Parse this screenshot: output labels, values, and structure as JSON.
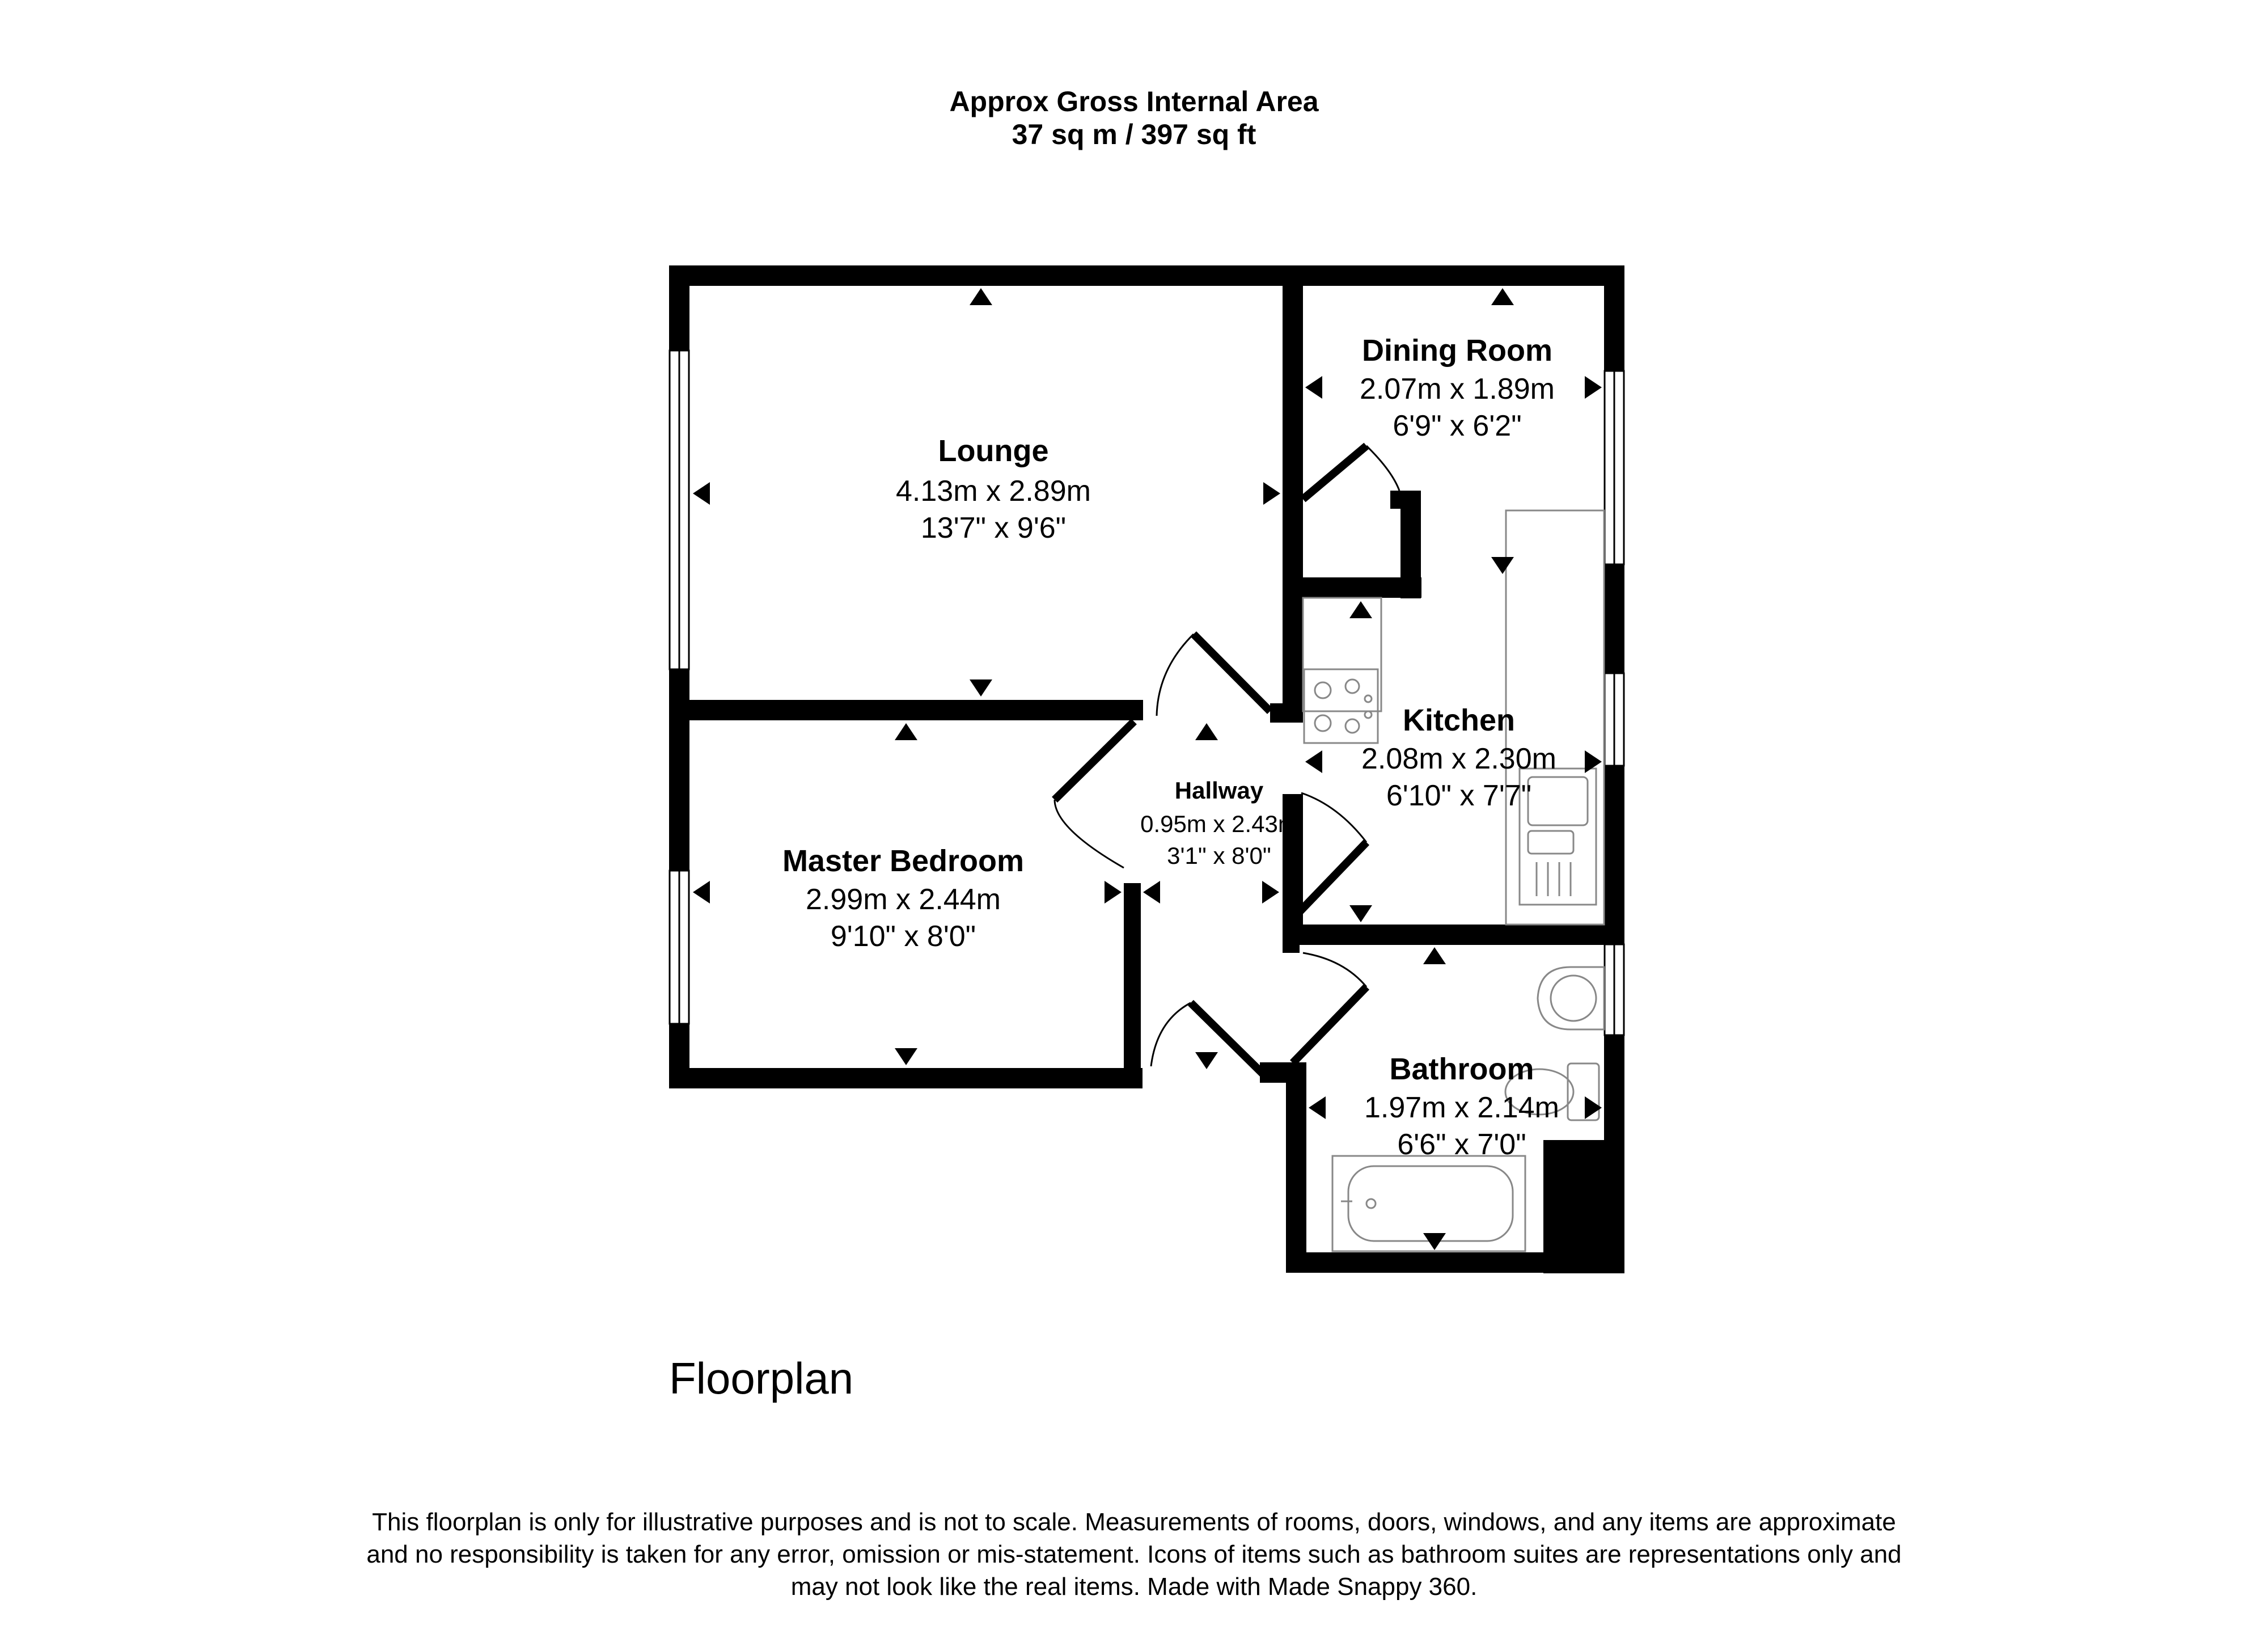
{
  "header": {
    "line1": "Approx Gross Internal Area",
    "line2": "37 sq m / 397 sq ft"
  },
  "rooms": {
    "lounge": {
      "name": "Lounge",
      "metric": "4.13m x 2.89m",
      "imperial": "13'7\" x 9'6\""
    },
    "dining": {
      "name": "Dining Room",
      "metric": "2.07m x 1.89m",
      "imperial": "6'9\" x 6'2\""
    },
    "kitchen": {
      "name": "Kitchen",
      "metric": "2.08m x 2.30m",
      "imperial": "6'10\" x 7'7\""
    },
    "hallway": {
      "name": "Hallway",
      "metric": "0.95m x 2.43m",
      "imperial": "3'1\" x 8'0\""
    },
    "bedroom": {
      "name": "Master Bedroom",
      "metric": "2.99m x 2.44m",
      "imperial": "9'10\" x 8'0\""
    },
    "bathroom": {
      "name": "Bathroom",
      "metric": "1.97m x 2.14m",
      "imperial": "6'6\" x 7'0\""
    }
  },
  "floor_label": "Floorplan",
  "disclaimer": {
    "line1": "This floorplan is only for illustrative purposes and is not to scale. Measurements of rooms, doors, windows, and any items are approximate",
    "line2": "and no responsibility is taken for any error, omission or mis-statement. Icons of items such as bathroom suites are representations only and",
    "line3": "may not look like the real items. Made with Made Snappy 360."
  }
}
